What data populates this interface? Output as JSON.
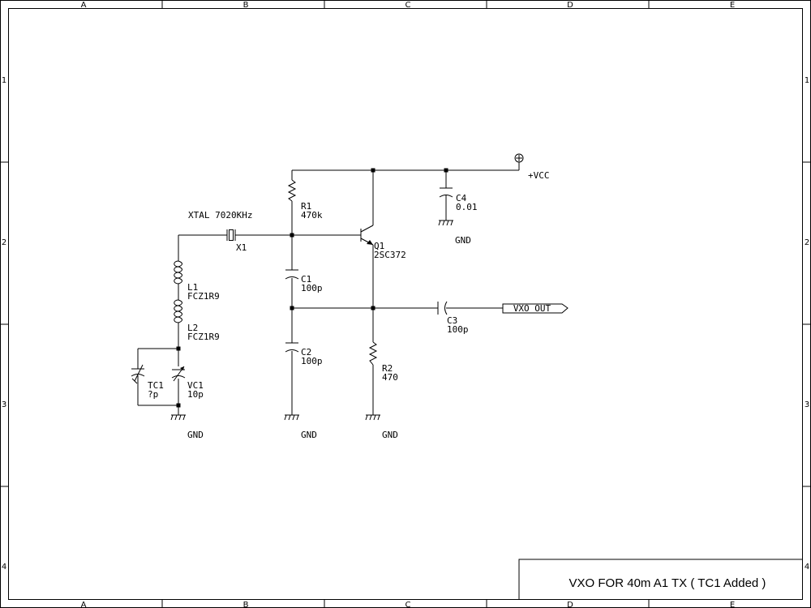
{
  "border": {
    "columns": [
      "A",
      "B",
      "C",
      "D",
      "E"
    ],
    "rows": [
      "1",
      "2",
      "3",
      "4"
    ]
  },
  "title": "VXO FOR 40m A1 TX  ( TC1 Added )",
  "parts": {
    "crystal": {
      "ref": "X1",
      "value": "XTAL 7020KHz"
    },
    "r1": {
      "ref": "R1",
      "value": "470k"
    },
    "r2": {
      "ref": "R2",
      "value": "470"
    },
    "c1": {
      "ref": "C1",
      "value": "100p"
    },
    "c2": {
      "ref": "C2",
      "value": "100p"
    },
    "c3": {
      "ref": "C3",
      "value": "100p"
    },
    "c4": {
      "ref": "C4",
      "value": "0.01"
    },
    "l1": {
      "ref": "L1",
      "value": "FCZ1R9"
    },
    "l2": {
      "ref": "L2",
      "value": "FCZ1R9"
    },
    "tc1": {
      "ref": "TC1",
      "value": "?p"
    },
    "vc1": {
      "ref": "VC1",
      "value": "10p"
    },
    "q1": {
      "ref": "Q1",
      "value": "2SC372"
    }
  },
  "nets": {
    "vcc": "+VCC",
    "gnd": "GND",
    "output": "VXO OUT"
  }
}
